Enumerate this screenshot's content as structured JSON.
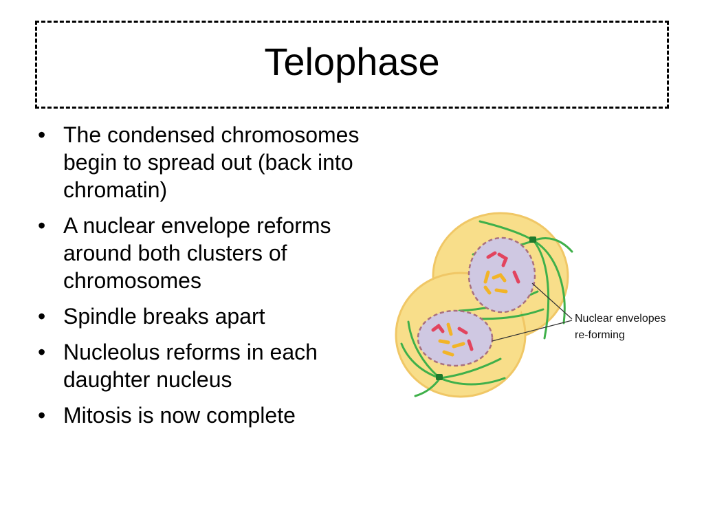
{
  "slide": {
    "title": "Telophase",
    "bullets": [
      "The condensed chromosomes begin to spread out (back into chromatin)",
      "A nuclear envelope reforms around both clusters of chromosomes",
      "Spindle breaks apart",
      "Nucleolus reforms in each daughter nucleus",
      "Mitosis is now complete"
    ],
    "bullet_marker": "•"
  },
  "figure": {
    "label_line_1": "Nuclear envelopes",
    "label_line_2": "re-forming",
    "colors": {
      "cytoplasm": "#F8DE8A",
      "cytoplasm_edge": "#F0C766",
      "nucleus": "#CFC8E2",
      "envelope": "#A9707E",
      "spindle": "#3FB04A",
      "chromosome_red": "#E2445E",
      "chromosome_yellow": "#F2B427"
    }
  }
}
